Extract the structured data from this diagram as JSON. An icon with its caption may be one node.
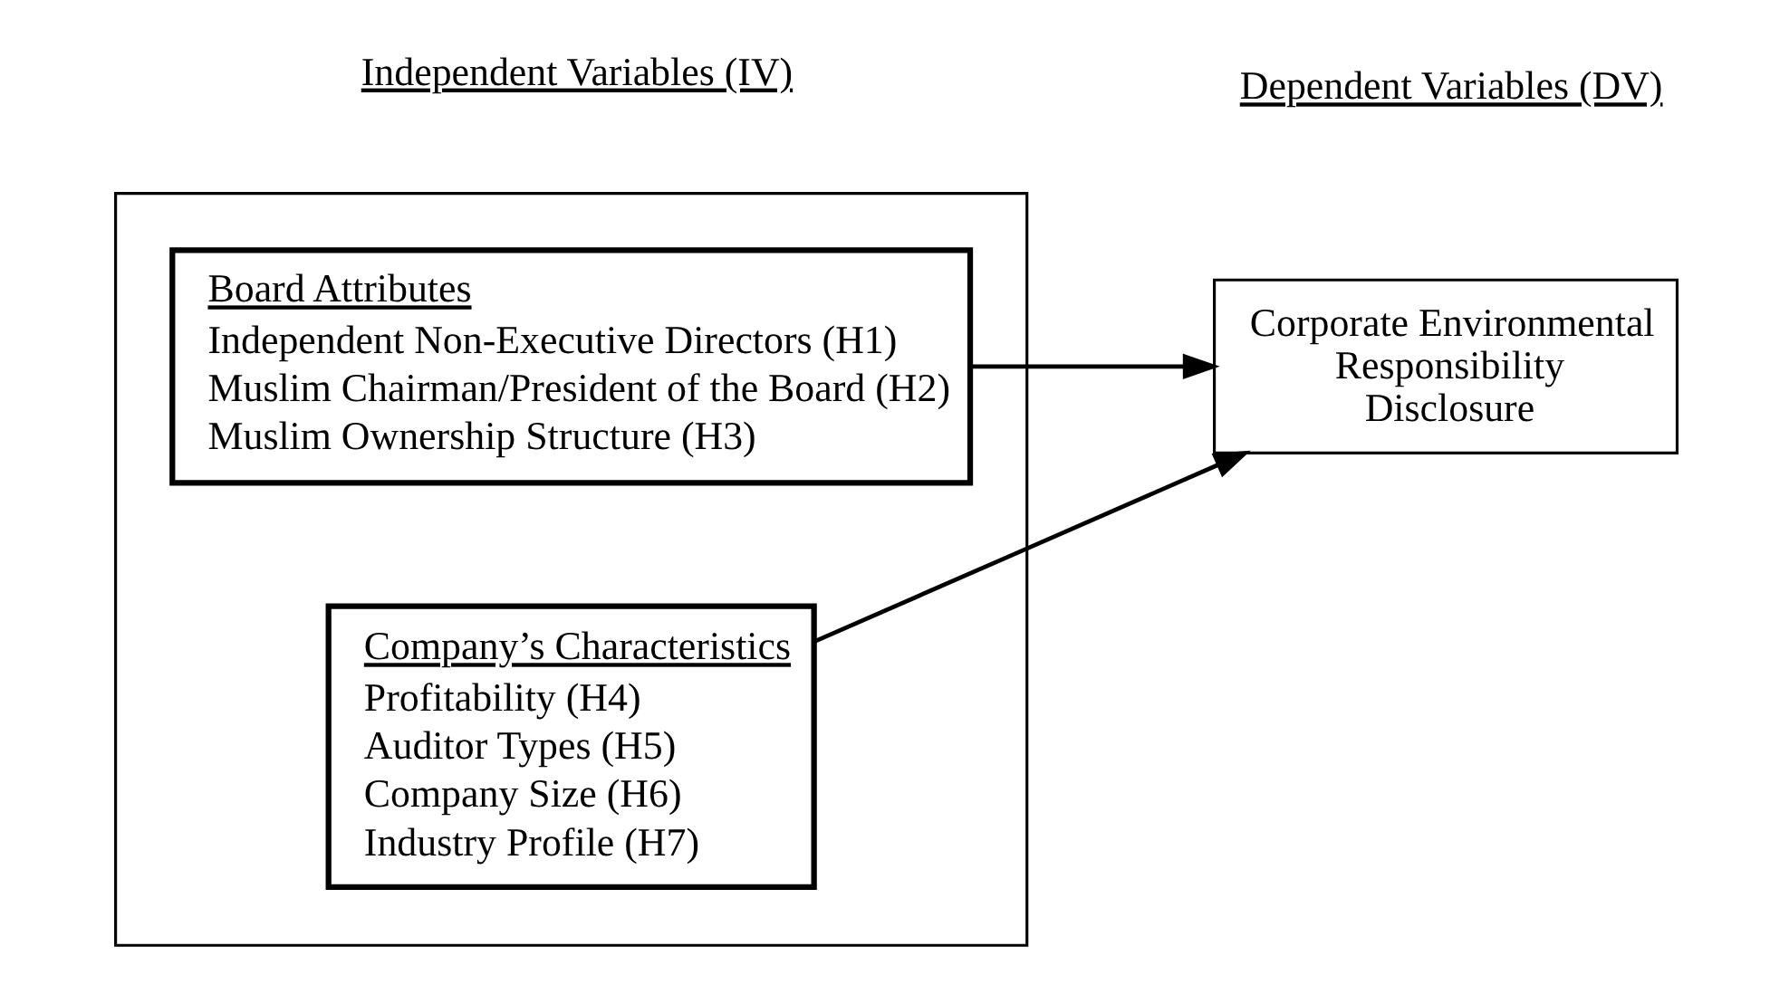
{
  "diagram": {
    "nodes": [
      {
        "text": [],
        "shape": "box"
      },
      {
        "text": [
          "Board Attributes",
          "Independent Non-Executive Directors (H1)",
          "Muslim Chairman/President of the Board (H2)",
          "Muslim Ownership Structure (H3)"
        ],
        "in": 0
      },
      {
        "text": [
          "Company’s Characteristics",
          "Profitability (H4)",
          "Auditor Types (H5)",
          "Company Size (H6)",
          "Industry Profile (H7)"
        ],
        "in": 0
      },
      {
        "text": [
          "Corporate Environmental Responsibility Disclosure"
        ]
      }
    ],
    "edges": [
      {
        "from": 1,
        "to": 3,
        "arrow": "to"
      },
      {
        "from": 2,
        "to": 3,
        "arrow": "to"
      }
    ],
    "labels": [
      "Independent Variables (IV)",
      "Dependent Variables (DV)"
    ]
  }
}
